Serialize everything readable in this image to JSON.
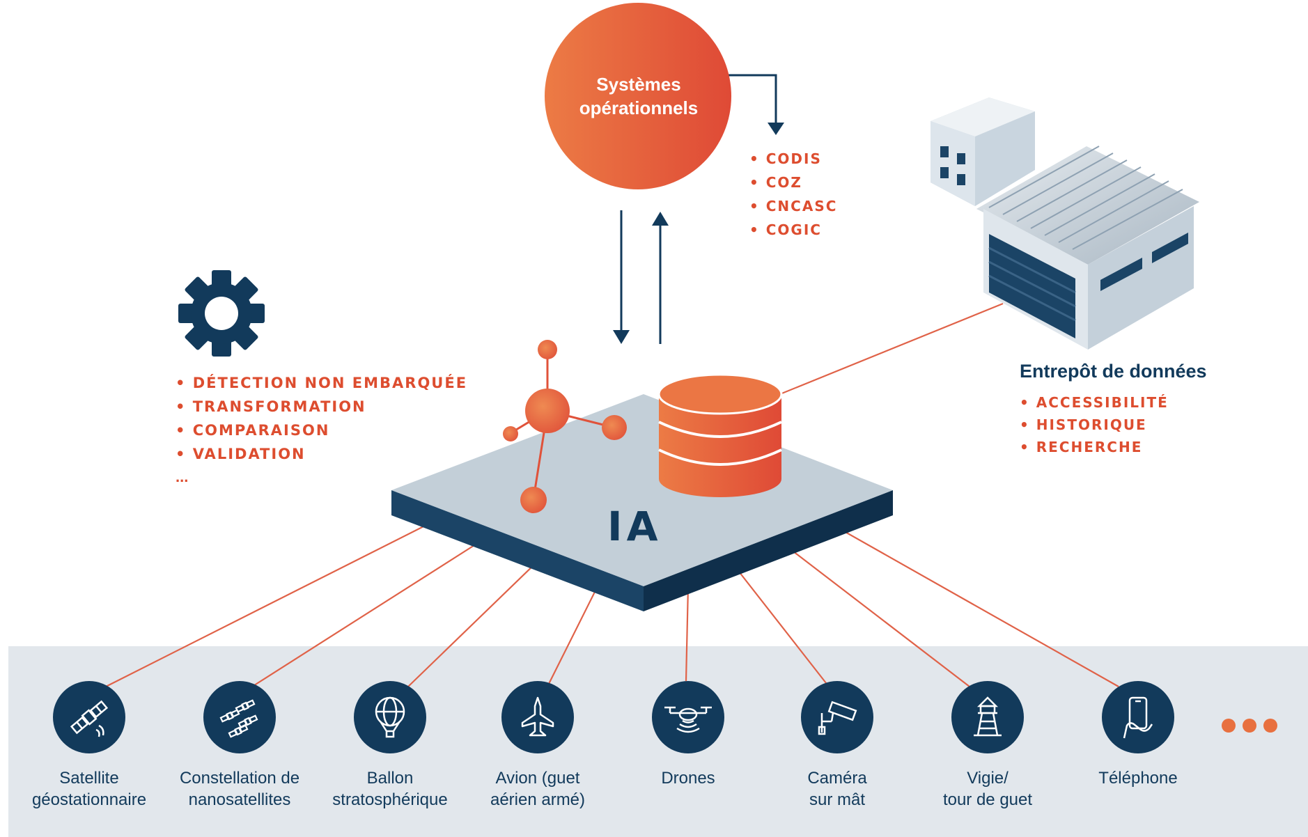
{
  "systemes": {
    "title_line1": "Systèmes",
    "title_line2": "opérationnels",
    "items": [
      "• CODIS",
      "• COZ",
      "• CNCASC",
      "• COGIC"
    ]
  },
  "traitement": {
    "items": [
      "• DÉTECTION NON EMBARQUÉE",
      "• TRANSFORMATION",
      "• COMPARAISON",
      "• VALIDATION"
    ],
    "ellipsis": "..."
  },
  "ia": {
    "label": "IA"
  },
  "entrepot": {
    "title": "Entrepôt de données",
    "items": [
      "• ACCESSIBILITÉ",
      "• HISTORIQUE",
      "• RECHERCHE"
    ]
  },
  "sources": [
    {
      "line1": "Satellite",
      "line2": "géostationnaire",
      "icon": "satellite-icon"
    },
    {
      "line1": "Constellation de",
      "line2": "nanosatellites",
      "icon": "nanosatellites-icon"
    },
    {
      "line1": "Ballon",
      "line2": "stratosphérique",
      "icon": "balloon-icon"
    },
    {
      "line1": "Avion (guet",
      "line2": "aérien armé)",
      "icon": "airplane-icon"
    },
    {
      "line1": "Drones",
      "line2": "",
      "icon": "drone-icon"
    },
    {
      "line1": "Caméra",
      "line2": "sur mât",
      "icon": "camera-icon"
    },
    {
      "line1": "Vigie/",
      "line2": "tour de guet",
      "icon": "watchtower-icon"
    },
    {
      "line1": "Téléphone",
      "line2": "",
      "icon": "phone-icon"
    }
  ],
  "colors": {
    "navy": "#123a5b",
    "orange": "#e8703f",
    "red": "#dd4d2f",
    "platform": "#c5d0d8",
    "band": "#e2e7ec"
  }
}
